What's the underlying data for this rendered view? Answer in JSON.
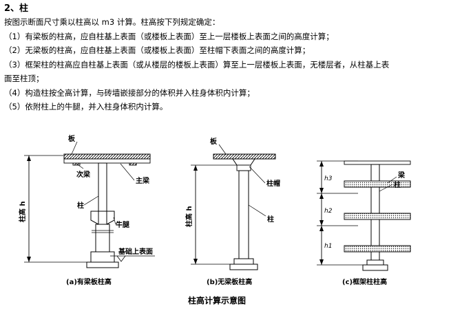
{
  "section": {
    "heading": "2、柱",
    "intro": "按图示断面尺寸乘以柱高以 m3 计算。柱高按下列规定确定：",
    "rules": [
      "（1）有梁板的柱高，应自柱基上表面（或楼板上表面）至上一层楼板上表面之间的高度计算；",
      "（2）无梁板的柱高，应自柱基上表面（或楼板上表面）至柱帽下表面之间的高度计算；",
      "（3）框架柱的柱高应自柱基上表面（或从楼层的楼板上表面）算至上一层楼板上表面，无楼层者，从柱基上表",
      "面至柱顶；",
      "（4）构造柱按全高计算，与砖墙嵌接部分的体积并入柱身体积内计算；",
      "（5）依附柱上的牛腿，并入柱身体积内计算。"
    ]
  },
  "figure": {
    "a": {
      "slab": "板",
      "secondary_beam": "次梁",
      "main_beam": "主梁",
      "column": "柱",
      "corbel": "牛腿",
      "foundation_top": "基础上表面",
      "height": "柱高 h",
      "caption": "(a)有梁板柱高"
    },
    "b": {
      "slab": "板",
      "capital": "柱帽",
      "column": "柱",
      "height": "柱高 h",
      "caption": "(b)无梁板柱高"
    },
    "c": {
      "beam": "梁",
      "column": "柱",
      "h3": "h3",
      "h2": "h2",
      "h1": "h1",
      "caption": "(c)框架柱柱高"
    },
    "title": "柱高计算示意图"
  }
}
